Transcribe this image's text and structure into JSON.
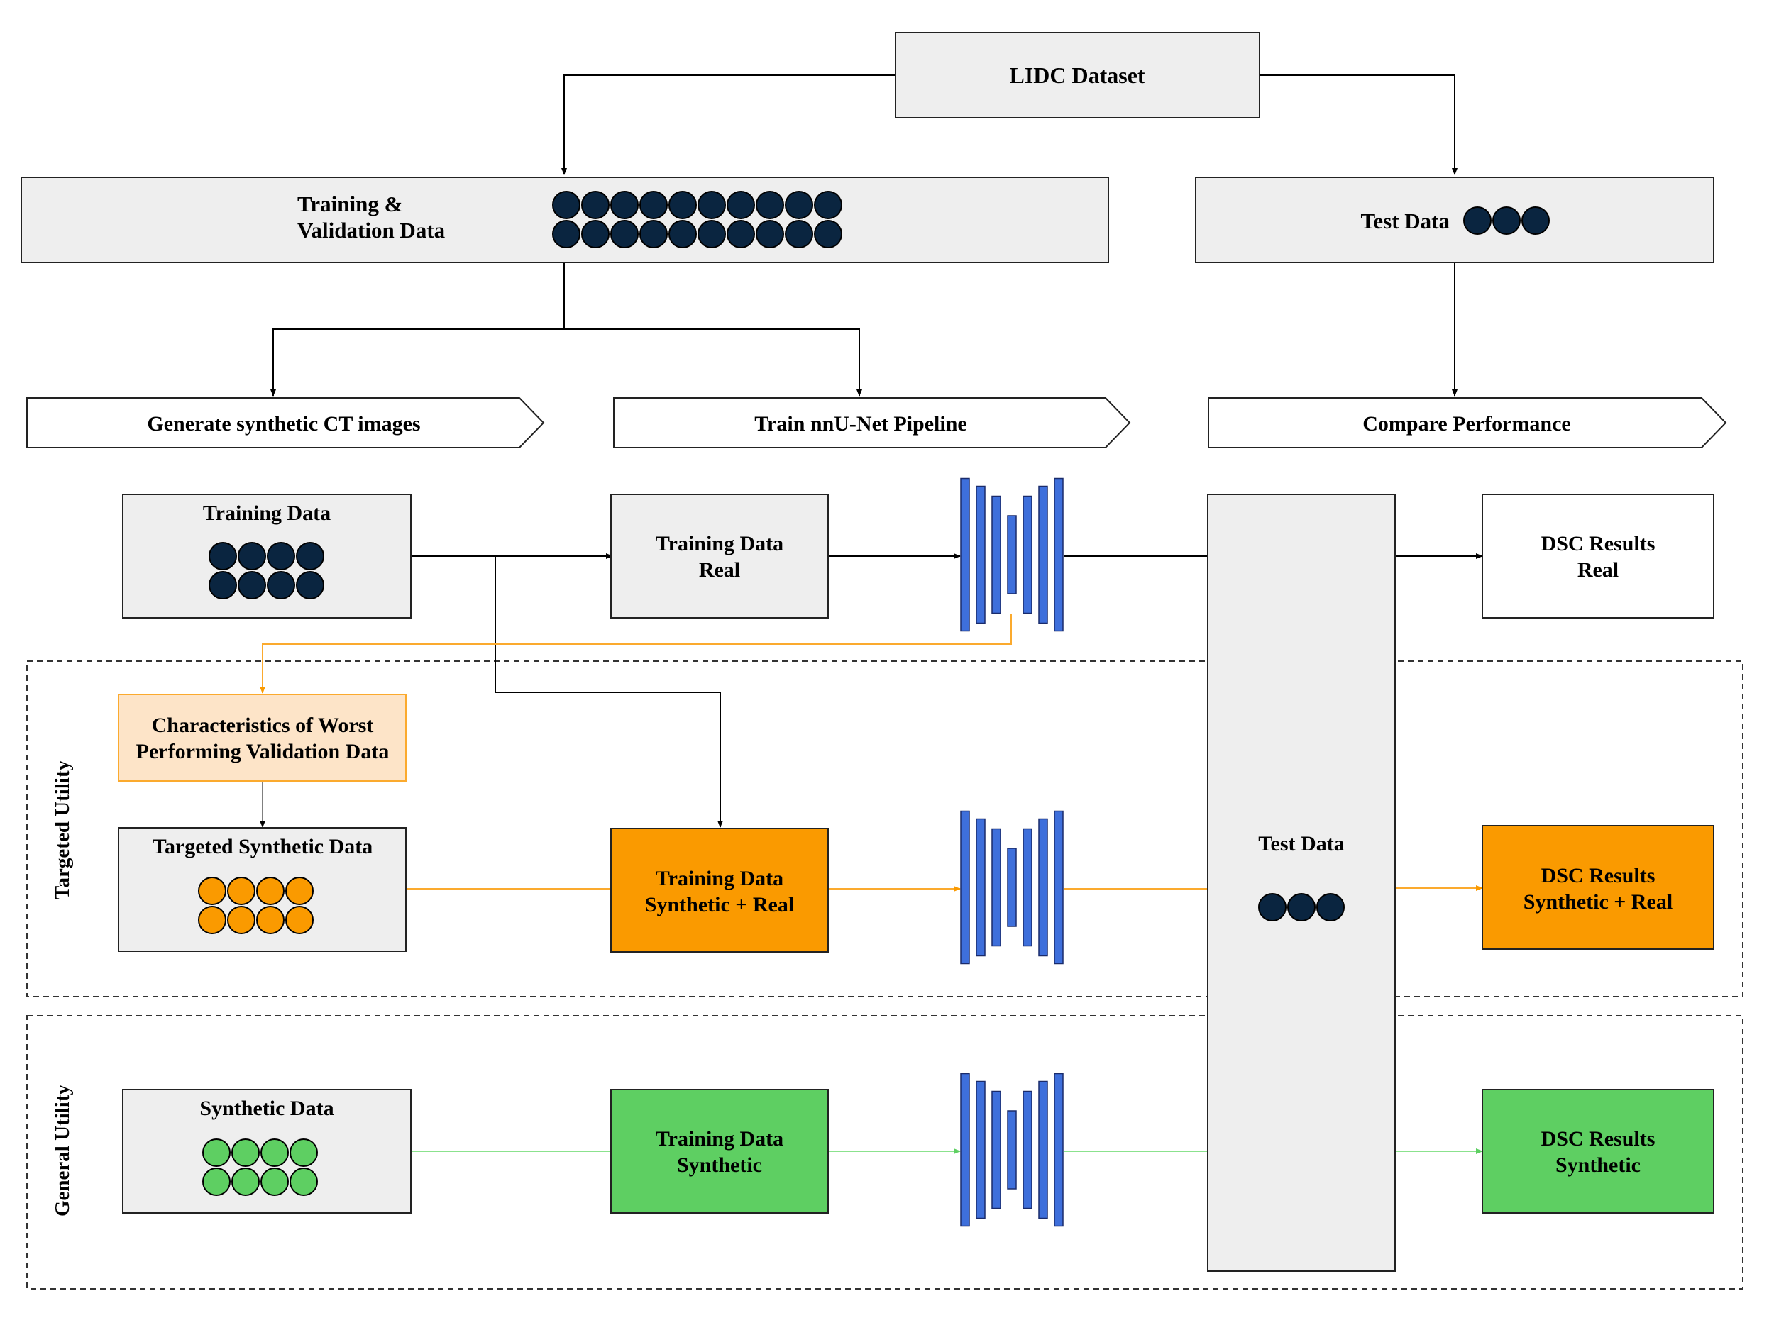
{
  "colors": {
    "box_gray": "#eeeeee",
    "dot_navy": "#0a2540",
    "orange": "#fa9a00",
    "orange_light": "#fde4c8",
    "orange_line": "#fbaa2e",
    "green": "#5ecf62",
    "green_line": "#8be28d",
    "network_blue": "#3e6fdb"
  },
  "dataset": {
    "title": "LIDC Dataset"
  },
  "split": {
    "train_val_line1": "Training &",
    "train_val_line2": "Validation Data",
    "test": "Test Data"
  },
  "steps": {
    "generate": "Generate synthetic CT images",
    "train": "Train nnU-Net Pipeline",
    "compare": "Compare Performance"
  },
  "baseline": {
    "training_data": "Training Data",
    "real_line1": "Training Data",
    "real_line2": "Real",
    "result_line1": "DSC Results",
    "result_line2": "Real"
  },
  "targeted": {
    "section_label": "Targeted Utility",
    "characteristics_line1": "Characteristics of Worst",
    "characteristics_line2": "Performing Validation Data",
    "synthetic_data": "Targeted Synthetic Data",
    "combo_line1": "Training Data",
    "combo_line2": "Synthetic + Real",
    "result_line1": "DSC Results",
    "result_line2": "Synthetic + Real"
  },
  "general": {
    "section_label": "General Utility",
    "synthetic_data": "Synthetic Data",
    "train_line1": "Training Data",
    "train_line2": "Synthetic",
    "result_line1": "DSC Results",
    "result_line2": "Synthetic"
  },
  "shared_test": {
    "label": "Test Data"
  }
}
